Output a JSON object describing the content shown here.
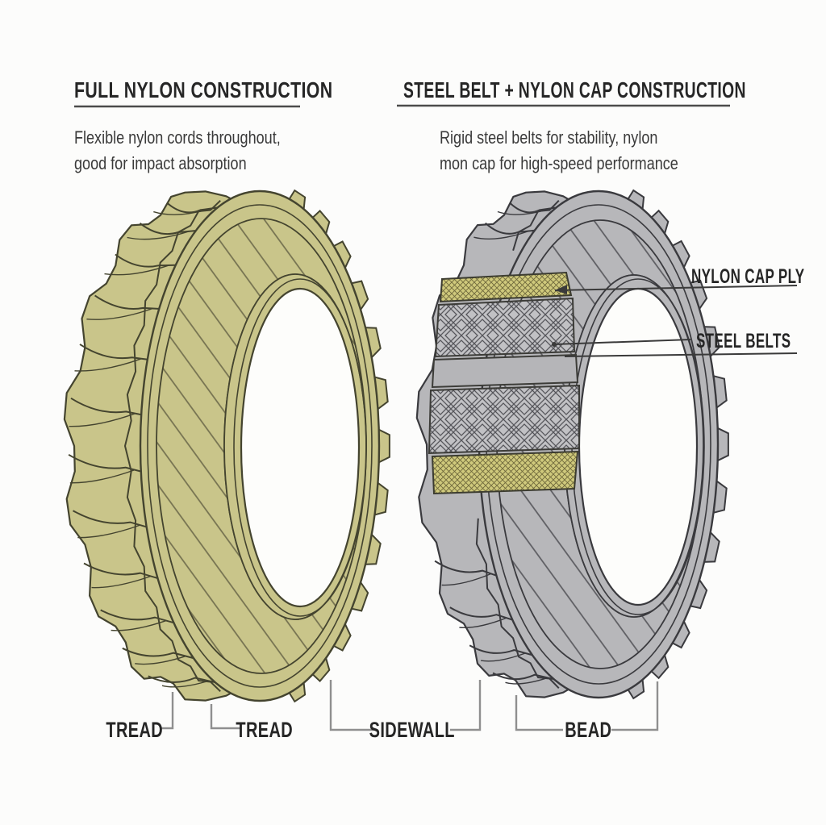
{
  "left_panel": {
    "title": "FULL NYLON CONSTRUCTION",
    "description_line1": "Flexible nylon cords throughout,",
    "description_line2": "good for impact absorption"
  },
  "right_panel": {
    "title": "STEEL BELT + NYLON CAP CONSTRUCTION",
    "description_line1": "Rigid steel belts for stability, nylon",
    "description_line2": "mon cap for high-speed performance"
  },
  "callouts": {
    "nylon_cap_ply": "NYLON CAP PLY",
    "steel_belts": "STEEL BELTS"
  },
  "bottom_labels": {
    "tread_left": "TREAD",
    "tread_right": "TREAD",
    "sidewall": "SIDEWALL",
    "bead": "BEAD"
  },
  "colors": {
    "left_tire": "#c9c58a",
    "right_tire": "#b7b7ba",
    "nylon_band": "#cfc97c",
    "left_outline": "#44442f",
    "right_outline": "#3a3a3e",
    "text": "#262626"
  }
}
